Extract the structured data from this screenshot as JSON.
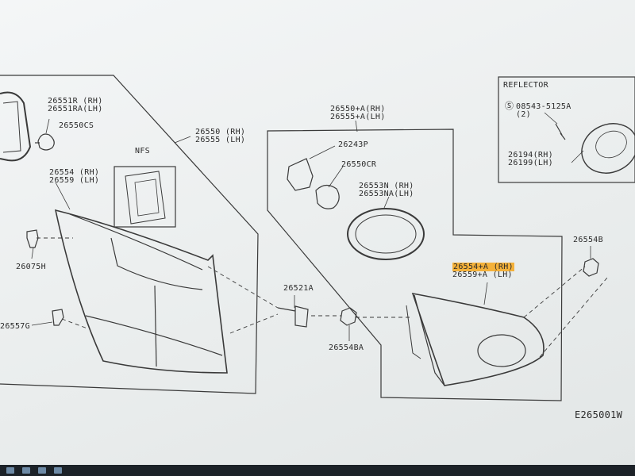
{
  "labels": {
    "p26551R": "26551R (RH)\n26551RA(LH)",
    "p26550CS": "26550CS",
    "p26550RH": "26550 (RH)\n26555 (LH)",
    "pNFS": "NFS",
    "p26554": "26554 (RH)\n26559 (LH)",
    "p26075H": "26075H",
    "p26557G": "26557G",
    "p26550A": "26550+A(RH)\n26555+A(LH)",
    "p26243P": "26243P",
    "p26550CR": "26550CR",
    "p26553N": "26553N (RH)\n26553NA(LH)",
    "p26521A": "26521A",
    "p26554BA": "26554BA",
    "p26554A": "26554+A (RH)\n26559+A (LH)",
    "p26554B": "26554B",
    "reflector": "REFLECTOR",
    "p08543": "08543-5125A\n(2)",
    "p26194": "26194(RH)\n26199(LH)",
    "figure_code": "E265001W"
  },
  "colors": {
    "line": "#3a3a3a",
    "highlight": "#f4b13a",
    "paper": "#eef1f1"
  }
}
